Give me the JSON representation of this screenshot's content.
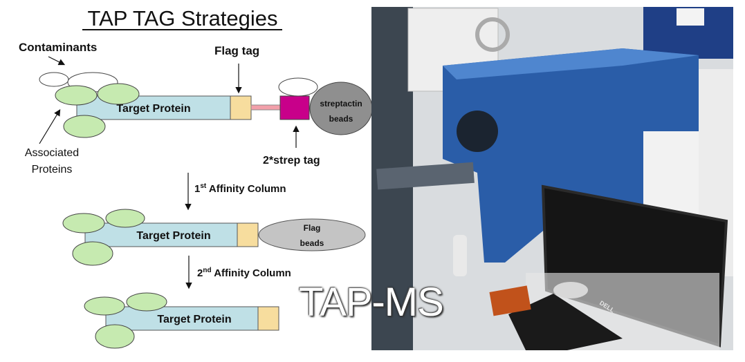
{
  "diagram": {
    "title": "TAP TAG Strategies",
    "labels": {
      "contaminants": "Contaminants",
      "flag_tag": "Flag tag",
      "associated_line1": "Associated",
      "associated_line2": "Proteins",
      "strep_tag": "2*strep tag",
      "streptactin_line1": "streptactin",
      "streptactin_line2": "beads",
      "flag_beads_line1": "Flag",
      "flag_beads_line2": "beads",
      "target_protein": "Target Protein"
    },
    "steps": [
      {
        "ordinal": "1",
        "suffix": "st",
        "label": "Affinity Column"
      },
      {
        "ordinal": "2",
        "suffix": "nd",
        "label": "Affinity Column"
      }
    ],
    "colors": {
      "target": "#bfe0e6",
      "flag": "#f7dd9e",
      "associated": "#c6eab0",
      "strep": "#c8008a",
      "linker": "#f2a0aa",
      "beads": "#8f8f8f"
    }
  },
  "photo": {
    "overlay_text": "TAP-MS",
    "monitor_brand": "DELL"
  }
}
